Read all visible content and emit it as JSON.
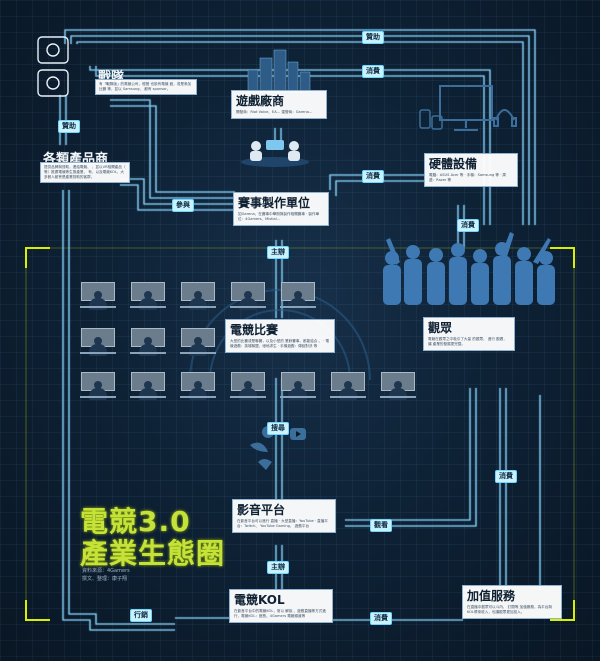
{
  "teams": {
    "title": "戰隊",
    "body": "有「戰隊版」的電競公司，經營 也設有電競 館，或是參加比賽 等，並以 Samsung、 都有 sponsor。"
  },
  "brands": {
    "title": "各類產品商",
    "body": "提供品牌與贊助，連結電競、 ，並以VR相關產品（ 等）推廣電競等生態產業， 有，以及電競KOL，大多數人都會是產業贊助的客群。"
  },
  "publisher": {
    "title": "遊戲廠商",
    "body": "開發商：Riot Valve、EA… 運營商：Garena…"
  },
  "hardware": {
    "title": "硬體設備",
    "body": "電腦：ASUS Acer 等 · 手機：Samsung 等 · 周邊：Razer 等"
  },
  "production": {
    "title": "賽事製作單位",
    "body": "如Garena，在賽事中舉辦與製作相關賽事 · 製作單位：4Gamers、Mistial..."
  },
  "esports": {
    "title": "電競比賽",
    "body": "大型的比賽或是聯賽，以及小型的 業餘賽事，都能結合 。 · 電競遊戲：英雄聯盟、絕地求生 · 手機遊戲：傳說對決 等"
  },
  "audience": {
    "title": "觀眾",
    "body": "電競在觀眾之中吸引了大量 的觀眾， 進行 觀看，讓 產業的發展更完整。"
  },
  "video": {
    "title": "影音平台",
    "body": "在影音平台可以進行 直播 · 大型直播：YouTube · 直播平台：Twitch、 YouTube Gaming、 遊戲平台"
  },
  "kol": {
    "title": "電競KOL",
    "body": "在影音平台中的電競KOL，常以 解說 、遊戲直播等方式進行，電競KOL：館長、4Gamers 電競頻道等"
  },
  "services": {
    "title": "加值服務",
    "body": "在直播中觀眾可以斗內、 訂閱等 加值服務，為平台與KOL帶來收入，也讓觀眾更加投入。"
  },
  "tags": {
    "sponsor_top": "贊助",
    "consume_top": "消費",
    "sponsor_left": "贊助",
    "consume_mid": "消費",
    "join": "參與",
    "host1": "主辦",
    "consume_right": "消費",
    "search": "搜尋",
    "consume_right2": "消費",
    "watch": "觀看",
    "host2": "主辦",
    "market": "行銷",
    "consume_bottom": "消費"
  },
  "main_title_line1": "電競3.0",
  "main_title_line2": "產業生態圈",
  "credit_line1": "資料來源：4Gamers",
  "credit_line2": "撰文、整理：康子翔",
  "colors": {
    "wire": "#7ec8ef",
    "frame": "#d6f000",
    "tag_bg": "#c9f2ff"
  },
  "icons": [
    "controller-icon",
    "pc-station-icon",
    "server-city-icon",
    "meeting-icon",
    "monitor-icon",
    "phone-icon",
    "tablet-icon",
    "headset-icon",
    "crowd-icon",
    "social-icons"
  ]
}
